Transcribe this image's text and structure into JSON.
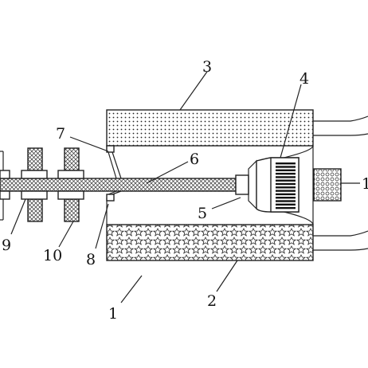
{
  "diagram": {
    "labels": {
      "l1": "1",
      "l2": "2",
      "l3": "3",
      "l4": "4",
      "l5": "5",
      "l6": "6",
      "l7": "7",
      "l8": "8",
      "l9": "9",
      "l10": "10",
      "l11": "1"
    }
  }
}
